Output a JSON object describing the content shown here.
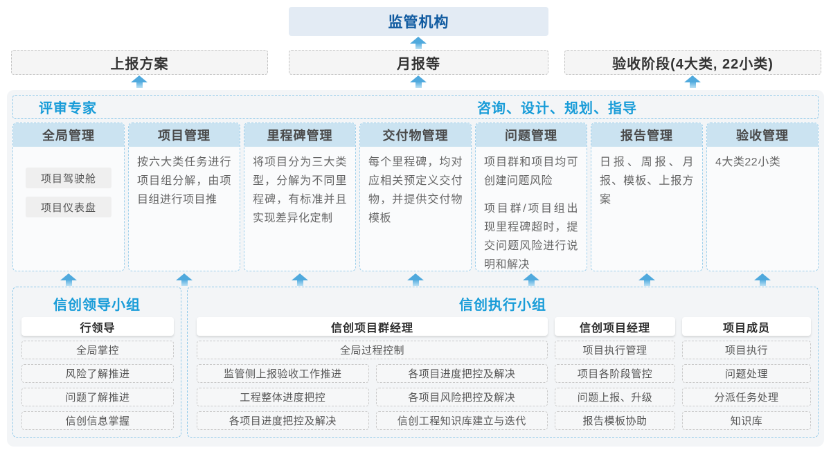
{
  "top": {
    "regulator": "监管机构",
    "channels": [
      {
        "label": "上报方案"
      },
      {
        "label": "月报等"
      },
      {
        "label": "验收阶段(4大类, 22小类)"
      }
    ]
  },
  "middle": {
    "left_role": "评审专家",
    "right_role": "咨询、设计、规划、指导",
    "columns": [
      {
        "title": "全局管理",
        "pills": [
          "项目驾驶舱",
          "项目仪表盘"
        ]
      },
      {
        "title": "项目管理",
        "paragraphs": [
          "按六大类任务进行项目组分解，由项目组进行项目推"
        ]
      },
      {
        "title": "里程碑管理",
        "paragraphs": [
          "将项目分为三大类型，分解为不同里程碑，有标准并且实现差异化定制"
        ]
      },
      {
        "title": "交付物管理",
        "paragraphs": [
          "每个里程碑，均对应相关预定义交付物，并提供交付物模板"
        ]
      },
      {
        "title": "问题管理",
        "paragraphs": [
          "项目群和项目均可创建问题风险",
          "项目群/项目组出现里程碑超时，提交问题风险进行说明和解决"
        ]
      },
      {
        "title": "报告管理",
        "paragraphs": [
          "日报、周报、月报、模板、上报方案"
        ]
      },
      {
        "title": "验收管理",
        "paragraphs": [
          "4大类22小类"
        ]
      }
    ]
  },
  "bottom": {
    "leader_group": {
      "title": "信创领导小组",
      "role": "行领导",
      "items": [
        "全局掌控",
        "风险了解推进",
        "问题了解推进",
        "信创信息掌握"
      ]
    },
    "exec_group": {
      "title": "信创执行小组",
      "program_manager": {
        "role": "信创项目群经理",
        "full_item": "全局过程控制",
        "left_items": [
          "监管侧上报验收工作推进",
          "工程整体进度把控",
          "各项目进度把控及解决"
        ],
        "right_items": [
          "各项目进度把控及解决",
          "各项目风险把控及解决",
          "信创工程知识库建立与迭代"
        ]
      },
      "project_manager": {
        "role": "信创项目经理",
        "items": [
          "项目执行管理",
          "项目各阶段管控",
          "问题上报、升级",
          "报告模板协助"
        ]
      },
      "member": {
        "role": "项目成员",
        "items": [
          "项目执行",
          "问题处理",
          "分派任务处理",
          "知识库"
        ]
      }
    }
  },
  "colors": {
    "accent_blue": "#189cd8",
    "dark_blue": "#0f5aa0",
    "regulator_bg": "#e3ebf4",
    "column_header_bg": "#cbe3f1",
    "dashed_blue_border": "#8ec8e9",
    "arrow_blue": "#4fa9dd",
    "container_bg": "#f3f5f7"
  }
}
